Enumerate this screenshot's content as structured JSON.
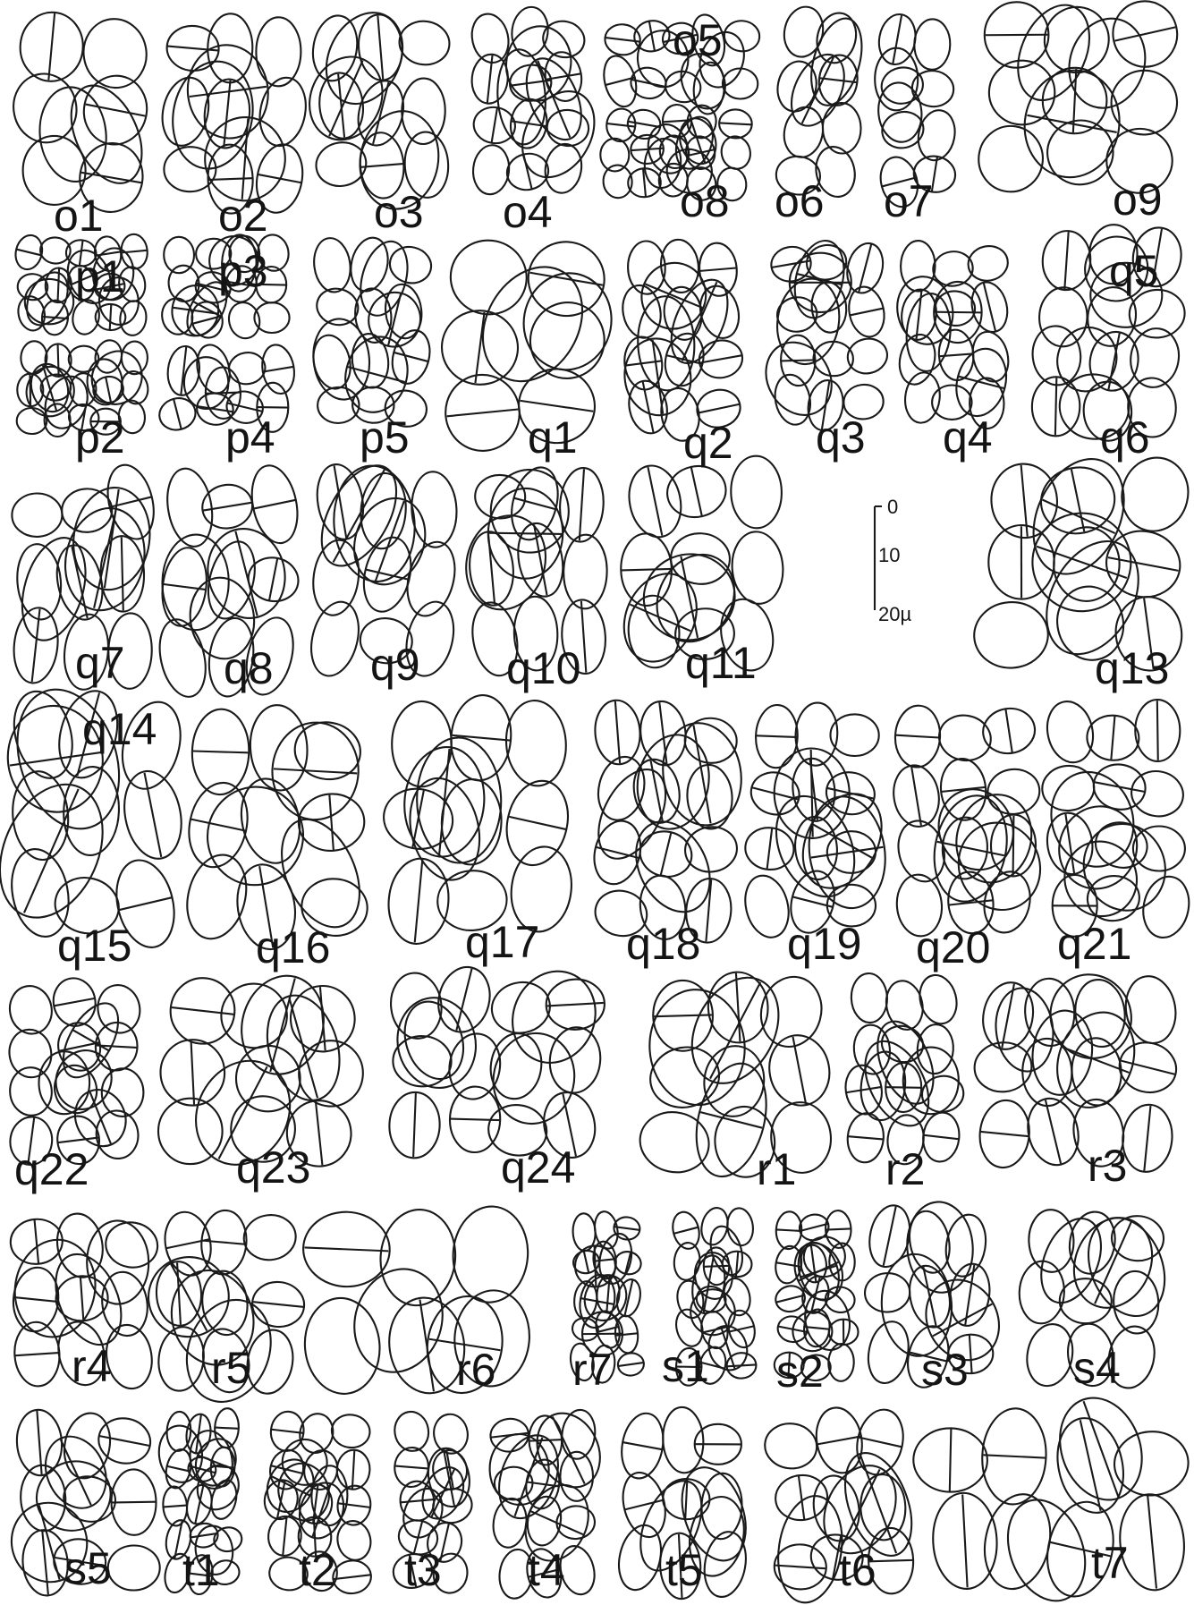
{
  "colors": {
    "ink": "#1a1a1a",
    "background": "#ffffff"
  },
  "specimens": [
    {
      "id": "o1"
    },
    {
      "id": "o2"
    },
    {
      "id": "o3"
    },
    {
      "id": "o4"
    },
    {
      "id": "o5"
    },
    {
      "id": "o6"
    },
    {
      "id": "o7"
    },
    {
      "id": "o8"
    },
    {
      "id": "o9"
    },
    {
      "id": "p1"
    },
    {
      "id": "p2"
    },
    {
      "id": "p3"
    },
    {
      "id": "p4"
    },
    {
      "id": "p5"
    },
    {
      "id": "q1"
    },
    {
      "id": "q2"
    },
    {
      "id": "q3"
    },
    {
      "id": "q4"
    },
    {
      "id": "q5"
    },
    {
      "id": "q6"
    },
    {
      "id": "q7"
    },
    {
      "id": "q8"
    },
    {
      "id": "q9"
    },
    {
      "id": "q10"
    },
    {
      "id": "q11"
    },
    {
      "id": "q13"
    },
    {
      "id": "q14"
    },
    {
      "id": "q15"
    },
    {
      "id": "q16"
    },
    {
      "id": "q17"
    },
    {
      "id": "q18"
    },
    {
      "id": "q19"
    },
    {
      "id": "q20"
    },
    {
      "id": "q21"
    },
    {
      "id": "q22"
    },
    {
      "id": "q23"
    },
    {
      "id": "q24"
    },
    {
      "id": "r1"
    },
    {
      "id": "r2"
    },
    {
      "id": "r3"
    },
    {
      "id": "r4"
    },
    {
      "id": "r5"
    },
    {
      "id": "r6"
    },
    {
      "id": "r7"
    },
    {
      "id": "s1"
    },
    {
      "id": "s2"
    },
    {
      "id": "s3"
    },
    {
      "id": "s4"
    },
    {
      "id": "s5"
    },
    {
      "id": "t1"
    },
    {
      "id": "t2"
    },
    {
      "id": "t3"
    },
    {
      "id": "t4"
    },
    {
      "id": "t5"
    },
    {
      "id": "t6"
    },
    {
      "id": "t7"
    }
  ],
  "scale_bar": {
    "ticks": [
      "0",
      "10",
      "20µ"
    ]
  }
}
